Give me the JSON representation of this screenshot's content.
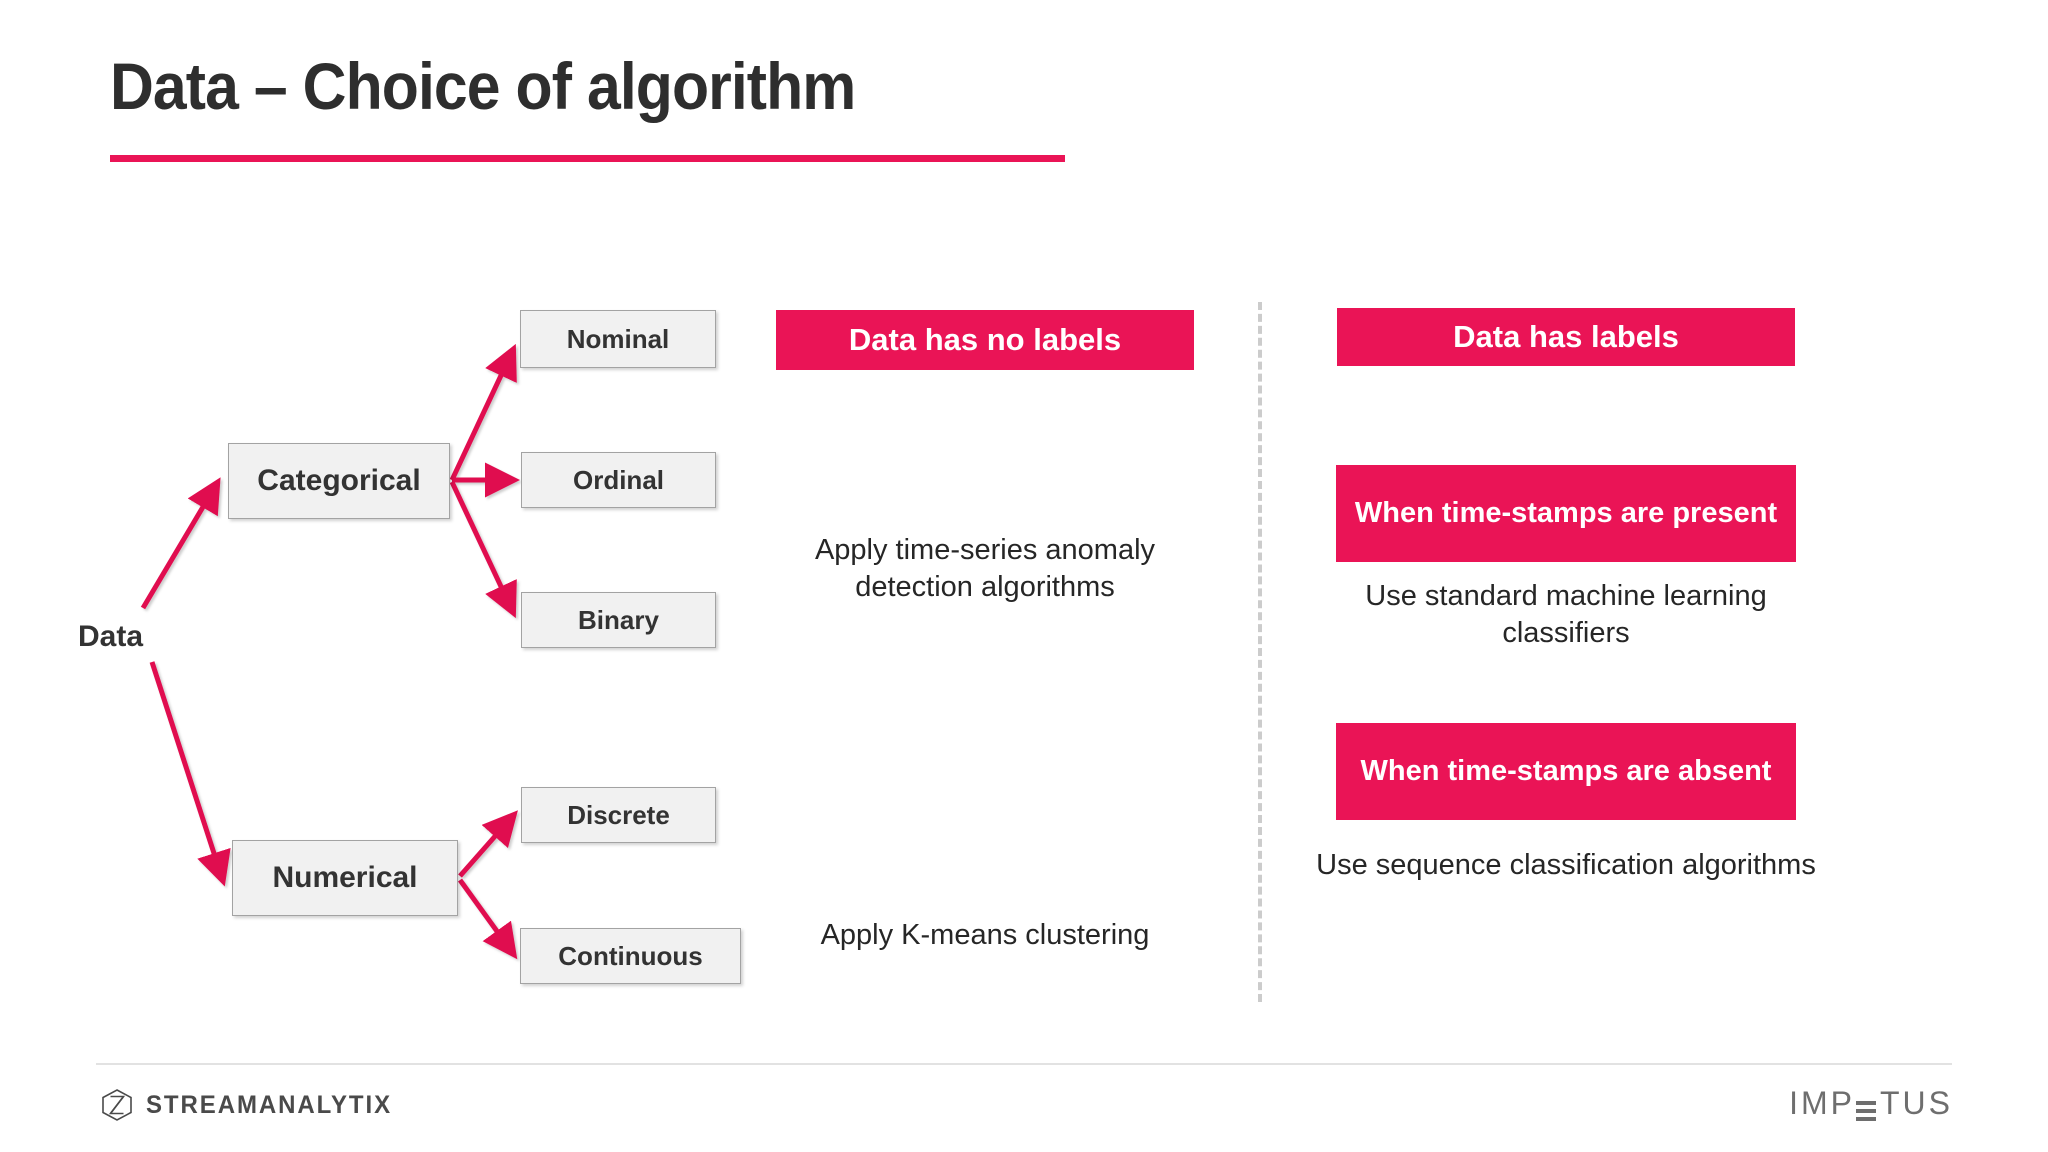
{
  "slide": {
    "title": "Data – Choice of algorithm",
    "accent_color": "#EA1456",
    "node_fill": "#f1f1f1",
    "node_border": "#a3a3a3",
    "text_color": "#262626"
  },
  "tree": {
    "root_label": "Data",
    "branches": [
      {
        "label": "Categorical",
        "children": [
          {
            "label": "Nominal"
          },
          {
            "label": "Ordinal"
          },
          {
            "label": "Binary"
          }
        ]
      },
      {
        "label": "Numerical",
        "children": [
          {
            "label": "Discrete"
          },
          {
            "label": "Continuous"
          }
        ]
      }
    ]
  },
  "unlabeled_column": {
    "banner": "Data has no labels",
    "notes": [
      "Apply time-series anomaly detection algorithms",
      "Apply K-means clustering"
    ]
  },
  "labeled_column": {
    "banner": "Data has labels",
    "sections": [
      {
        "banner": "When time-stamps are present",
        "note": "Use standard machine learning classifiers"
      },
      {
        "banner": "When time-stamps are absent",
        "note": "Use sequence classification algorithms"
      }
    ]
  },
  "footer": {
    "left_logo_text": "STREAMANALYTIX",
    "right_logo_text_start": "IMP",
    "right_logo_text_end": "TUS"
  }
}
